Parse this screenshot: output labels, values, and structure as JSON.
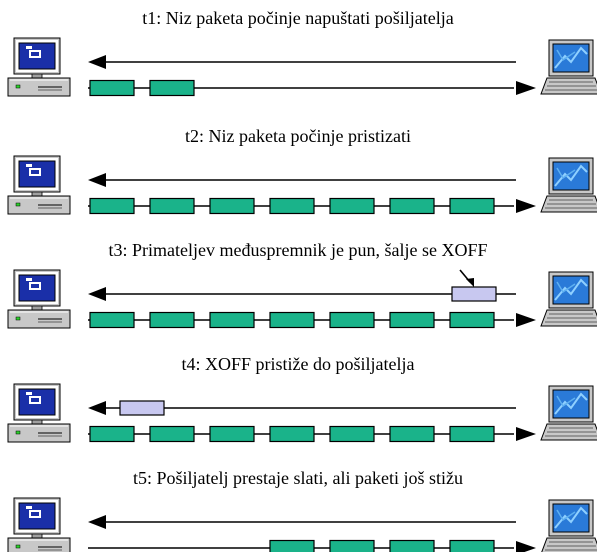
{
  "panels": [
    {
      "title": "t1: Niz paketa počinje napuštati pošiljatelja",
      "packets": 2,
      "packet_start": 0,
      "xoff": null
    },
    {
      "title": "t2: Niz paketa počinje pristizati",
      "packets": 7,
      "packet_start": 0,
      "xoff": null
    },
    {
      "title": "t3: Primateljev međuspremnik je pun, šalje se XOFF",
      "packets": 7,
      "packet_start": 0,
      "xoff": "at-receiver"
    },
    {
      "title": "t4: XOFF pristiže do pošiljatelja",
      "packets": 7,
      "packet_start": 0,
      "xoff": "at-sender"
    },
    {
      "title": "t5: Pošiljatelj prestaje slati, ali paketi još stižu",
      "packets": 4,
      "packet_start": 3,
      "xoff": null
    }
  ],
  "colors": {
    "packet": "#1ab38a",
    "xoff": "#c8c8f0",
    "monitor_screen": "#1a2fa8",
    "laptop_screen": "#2a7ad8",
    "case": "#c8c8c8"
  },
  "icons": {
    "sender": "desktop-computer-icon",
    "receiver": "laptop-computer-icon"
  }
}
